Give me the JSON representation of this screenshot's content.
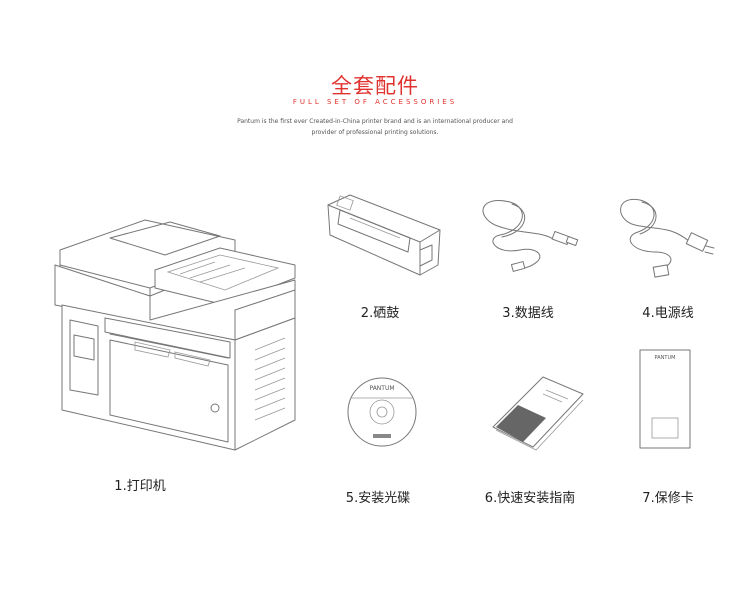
{
  "header": {
    "title": "全套配件",
    "subtitle": "FULL SET OF ACCESSORIES",
    "description_line1": "Pantum is the first ever Created-in-China printer brand and is an international producer and",
    "description_line2": "provider of professional printing solutions."
  },
  "items": [
    {
      "label": "1.打印机",
      "icon": "printer-icon"
    },
    {
      "label": "2.硒鼓",
      "icon": "toner-cartridge-icon"
    },
    {
      "label": "3.数据线",
      "icon": "usb-cable-icon"
    },
    {
      "label": "4.电源线",
      "icon": "power-cord-icon"
    },
    {
      "label": "5.安装光碟",
      "icon": "install-cd-icon"
    },
    {
      "label": "6.快速安装指南",
      "icon": "quick-guide-icon"
    },
    {
      "label": "7.保修卡",
      "icon": "warranty-card-icon"
    }
  ],
  "brand": {
    "cd_text": "PANTUM",
    "card_text": "PANTUM"
  }
}
